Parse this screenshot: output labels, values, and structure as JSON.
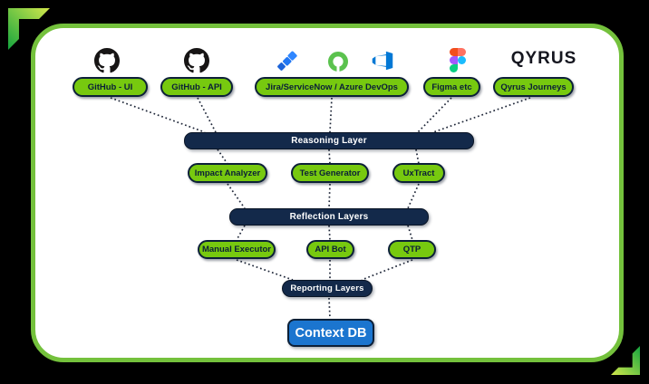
{
  "colors": {
    "background": "#000000",
    "card_border_green": "#74c13c",
    "pill_green": "#77c90f",
    "pill_border_navy": "#0c2038",
    "layer_navy": "#13294a",
    "db_blue": "#1b75cf",
    "wire_dot": "#1e2638",
    "corner_gradient": [
      "#14a53e",
      "#d4e84b"
    ]
  },
  "sources": [
    {
      "label": "GitHub - UI",
      "icon": "github-icon"
    },
    {
      "label": "GitHub - API",
      "icon": "github-icon"
    },
    {
      "label": "Jira/ServiceNow / Azure DevOps",
      "icons": [
        "jira-icon",
        "servicenow-icon",
        "azure-devops-icon"
      ]
    },
    {
      "label": "Figma etc",
      "icon": "figma-icon"
    },
    {
      "label": "Qyrus Journeys",
      "icon": "qyrus-logo",
      "logo_text": "QYRUS"
    }
  ],
  "layers": {
    "reasoning": {
      "label": "Reasoning Layer",
      "outputs": [
        "Impact Analyzer",
        "Test Generator",
        "UxTract"
      ]
    },
    "reflection": {
      "label": "Reflection Layers",
      "outputs": [
        "Manual Executor",
        "API Bot",
        "QTP"
      ]
    },
    "reporting": {
      "label": "Reporting Layers"
    }
  },
  "database": {
    "label": "Context DB"
  }
}
